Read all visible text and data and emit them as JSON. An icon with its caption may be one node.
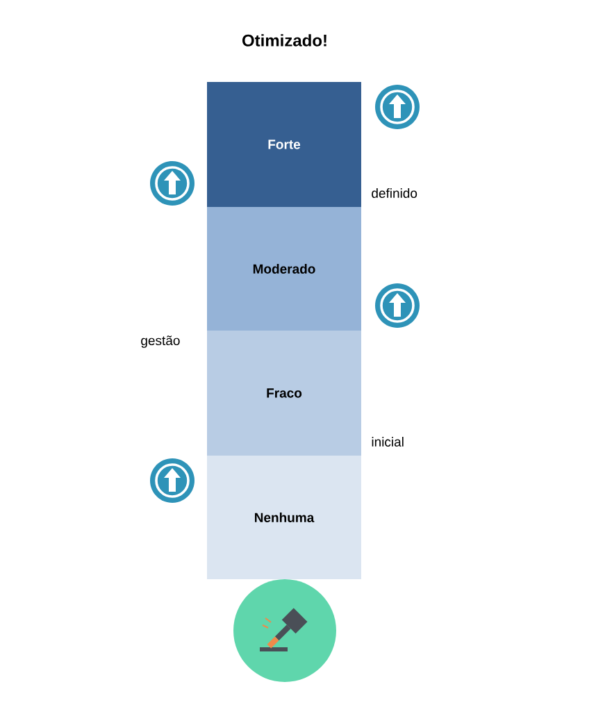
{
  "diagram": {
    "title": "Otimizado!",
    "nodes": [
      {
        "text": [
          "Forte"
        ]
      },
      {
        "text": [
          "Moderado"
        ]
      },
      {
        "text": [
          "Fraco"
        ]
      },
      {
        "text": [
          "Nenhuma"
        ]
      }
    ],
    "labels": [
      "definido",
      "gestão",
      "inicial"
    ]
  }
}
